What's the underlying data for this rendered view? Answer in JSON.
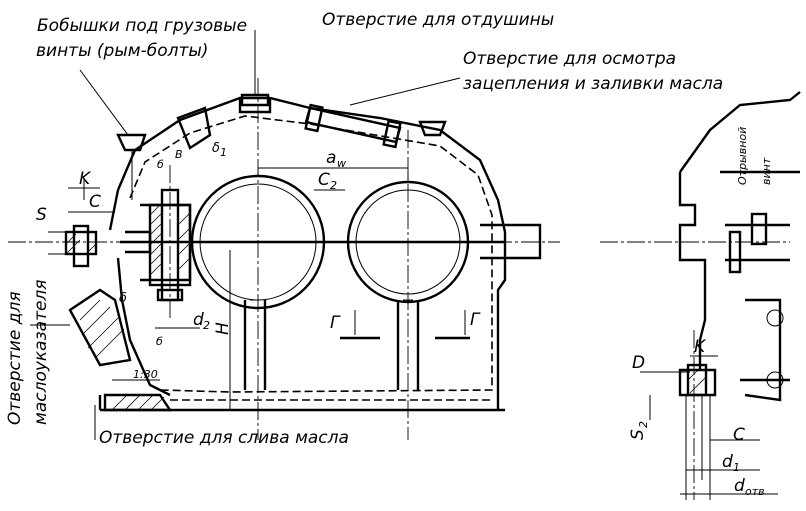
{
  "labels": {
    "lifting_bosses_line1": "Бобышки под грузовые",
    "lifting_bosses_line2": "винты (рым-болты)",
    "vent_hole": "Отверстие для отдушины",
    "inspection_line1": "Отверстие для осмотра",
    "inspection_line2": "зацепления и заливки масла",
    "oil_gauge_line1": "Отверстие для",
    "oil_gauge_line2": "маслоуказателя",
    "drain_hole": "Отверстие для слива масла",
    "jack_screw_line1": "Отрывной",
    "jack_screw_line2": "винт"
  },
  "dimensions": {
    "aw": "a",
    "aw_sub": "w",
    "c2": "C",
    "c2_sub": "2",
    "k_left": "K",
    "c_left": "C",
    "s_left": "S",
    "b_top": "б",
    "b_bottom": "б",
    "v": "В",
    "delta1": "δ",
    "delta1_sub": "1",
    "delta": "δ",
    "d2": "d",
    "d2_sub": "2",
    "h": "H",
    "g_left": "Г",
    "g_right": "Г",
    "slope": "1:30",
    "d_right": "D",
    "k_right": "K",
    "s2": "S",
    "s2_sub": "2",
    "c_right": "C",
    "d1": "d",
    "d1_sub": "1",
    "d_otv": "d",
    "d_otv_sub": "отв"
  }
}
